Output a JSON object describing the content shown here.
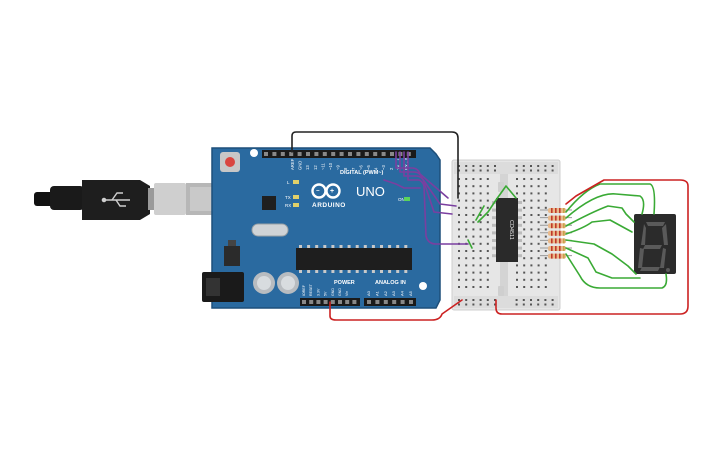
{
  "board": {
    "header_small": [
      "AREF",
      "GND",
      "13",
      "12",
      "~11",
      "~10",
      "~9",
      "8",
      "7",
      "~6",
      "~5",
      "4",
      "~3",
      "2",
      "TX→1",
      "RX←0"
    ],
    "digital_label": "DIGITAL (PWM~)",
    "brand": "ARDUINO",
    "model": "UNO",
    "l_label": "L",
    "tx_label": "TX",
    "rx_label": "RX",
    "on_label": "ON",
    "power_label": "POWER",
    "analog_label": "ANALOG IN",
    "power_pins": [
      "IOREF",
      "RESET",
      "3.3V",
      "5V",
      "GND",
      "GND",
      "Vin"
    ],
    "analog_pins": [
      "A0",
      "A1",
      "A2",
      "A3",
      "A4",
      "A5"
    ]
  },
  "chip": {
    "label": "CD4511"
  },
  "colors": {
    "board": "#2a6aa0",
    "board_edge": "#1d4f7a",
    "wire_black": "#222222",
    "wire_purple": "#7a3fa0",
    "wire_green": "#3aaa35",
    "wire_red": "#cc2222",
    "breadboard": "#e6e6e6",
    "display_body": "#2b2b2b",
    "segment_off": "#5a5a5a"
  },
  "icons": {
    "usb": "usb-cable-icon",
    "reset": "reset-button-icon",
    "arduino_logo": "arduino-infinity-icon"
  }
}
